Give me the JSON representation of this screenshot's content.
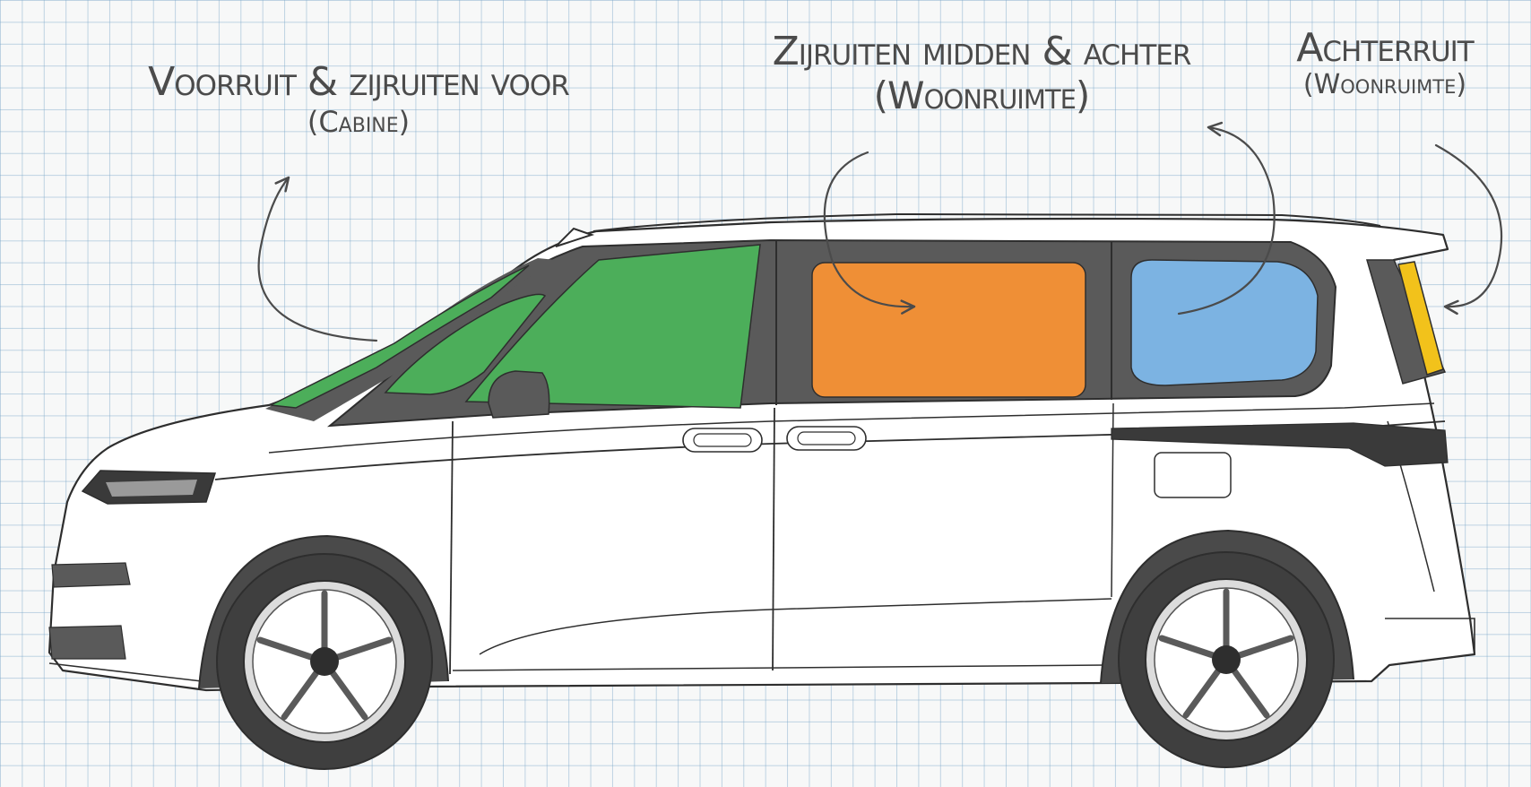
{
  "labels": {
    "cabin": {
      "title": "Voorruit & zijruiten voor",
      "subtitle": "(Cabine)"
    },
    "living_side": {
      "title": "Zijruiten midden & achter",
      "subtitle": "(Woonruimte)"
    },
    "rear": {
      "title": "Achterruit",
      "subtitle": "(Woonruimte)"
    }
  },
  "colors": {
    "cabin_windows": "#4cae5a",
    "middle_window": "#ef8f36",
    "rear_side_window": "#7cb3e2",
    "rear_window": "#f2c21b",
    "window_frame": "#5a5a5a",
    "body": "#ffffff",
    "ink": "#4b4b4b"
  },
  "icons": [
    "curved-arrow-icon",
    "wheel-icon",
    "headlight-icon",
    "door-handle-icon"
  ]
}
